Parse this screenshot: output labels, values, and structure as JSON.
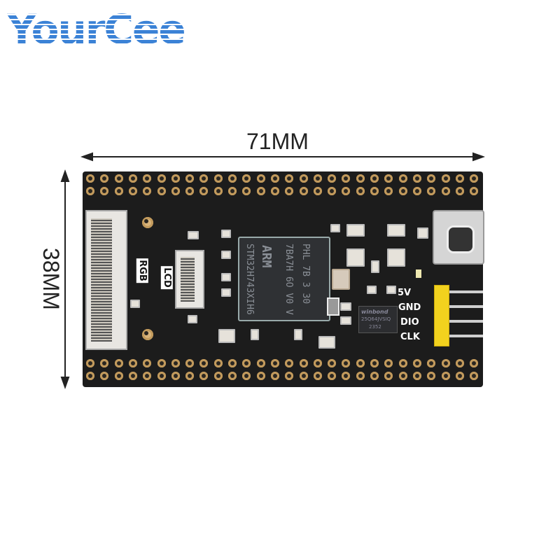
{
  "logo": {
    "text": "YourCee",
    "color": "#3b82d6"
  },
  "dimensions": {
    "width_label": "71MM",
    "height_label": "38MM"
  },
  "board": {
    "color": "#1c1c1c",
    "mcu": {
      "brand": "ARM",
      "part": "STM32H743XIH6",
      "line2": "7BA7H 6O V0 V",
      "line3": "PHL 7B 3 30"
    },
    "flash": {
      "brand": "winbond",
      "part": "25Q64JVSIQ",
      "code": "2352"
    },
    "connector_labels": [
      "RGB",
      "LCD"
    ],
    "header_labels": [
      "5V",
      "GND",
      "DIO",
      "CLK"
    ]
  }
}
